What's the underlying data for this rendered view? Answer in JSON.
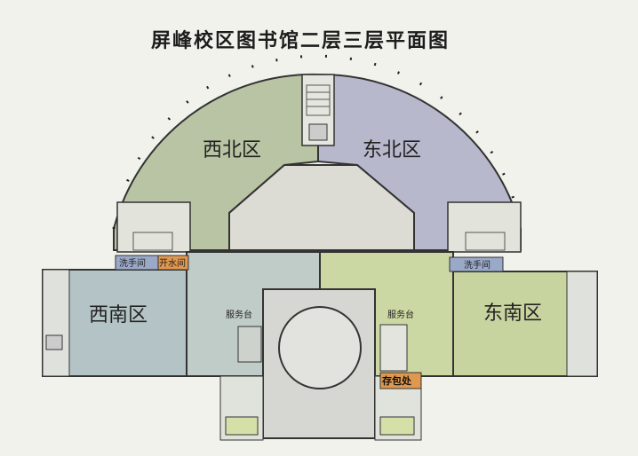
{
  "title": "屏峰校区图书馆二层三层平面图",
  "zones": {
    "northwest": "西北区",
    "northeast": "东北区",
    "southwest": "西南区",
    "southeast": "东南区"
  },
  "facilities": {
    "washroom_west": "洗手间",
    "boiler_room": "开水间",
    "washroom_east": "洗手间",
    "service_desk_west": "服务台",
    "service_desk_east": "服务台",
    "bag_storage": "存包处"
  },
  "colors": {
    "northwest": "#b9c4a4",
    "northeast": "#b7b8cc",
    "southwest": "#b4c4c6",
    "southeast": "#c8d4a0",
    "center": "#d6d6d2",
    "washroom": "#9aa9c8",
    "orange_tag": "#e0974e"
  }
}
